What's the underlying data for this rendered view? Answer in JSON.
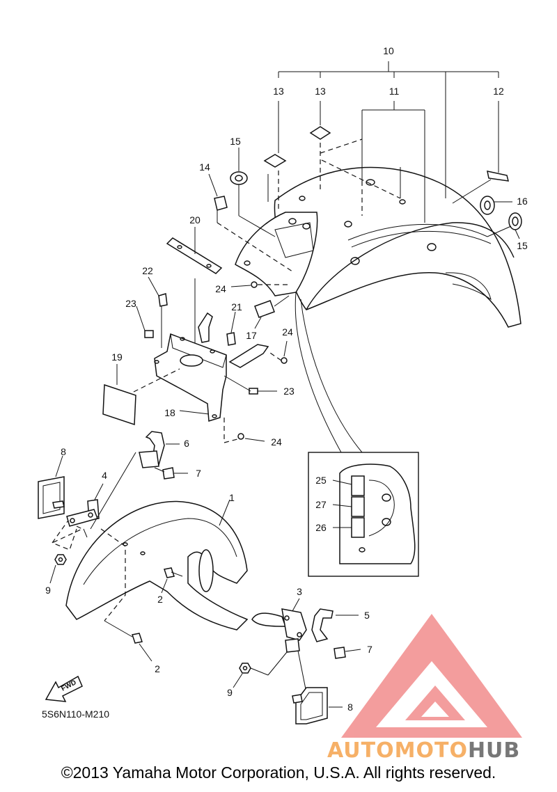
{
  "diagram": {
    "callouts": [
      "1",
      "2",
      "2",
      "3",
      "4",
      "5",
      "6",
      "7",
      "7",
      "8",
      "8",
      "9",
      "9",
      "10",
      "11",
      "12",
      "13",
      "13",
      "14",
      "15",
      "15",
      "16",
      "17",
      "18",
      "19",
      "20",
      "21",
      "22",
      "23",
      "23",
      "24",
      "24",
      "24",
      "25",
      "26",
      "27"
    ],
    "diagram_code": "5S6N110-M210",
    "fwd_label": "FWD",
    "copyright": "©2013 Yamaha Motor Corporation, U.S.A. All rights reserved."
  },
  "watermark": {
    "brand_part1": "AUTOMOTO",
    "brand_part2": "HUB",
    "colors": {
      "triangle": "#f28c8c",
      "auto": "#f6b067",
      "hub": "#777777"
    }
  }
}
